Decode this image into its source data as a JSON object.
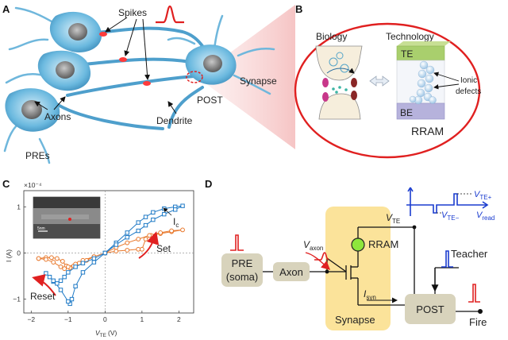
{
  "panels": {
    "a": "A",
    "b": "B",
    "c": "C",
    "d": "D"
  },
  "panel_a": {
    "spikes": "Spikes",
    "axons": "Axons",
    "dendrite": "Dendrite",
    "pres": "PREs",
    "post": "POST",
    "synapse": "Synapse"
  },
  "panel_b": {
    "biology": "Biology",
    "technology": "Technology",
    "te": "TE",
    "be": "BE",
    "ionic_1": "Ionic",
    "ionic_2": "defects",
    "rram": "RRAM"
  },
  "panel_d": {
    "pre_1": "PRE",
    "pre_2": "(soma)",
    "axon": "Axon",
    "rram": "RRAM",
    "synapse": "Synapse",
    "post": "POST",
    "teacher": "Teacher",
    "fire": "Fire",
    "v_axon_main": "V",
    "v_axon_sub": "axon",
    "v_te_main": "V",
    "v_te_sub": "TE",
    "i_syn_main": "I",
    "i_syn_sub": "syn",
    "vtep_main": "V",
    "vtep_sub": "TE+",
    "vtem_main": "V",
    "vtem_sub": "TE−",
    "vread_main": "V",
    "vread_sub": "read"
  },
  "colors": {
    "neuron": "#5aaed6",
    "spike": "#e02020",
    "box_fill": "#d8d3bc",
    "synapse_fill": "#fbe39a",
    "set_curve": "#e8782c",
    "reset_curve": "#1f7ac6",
    "pulse_blue": "#1a3ccf",
    "rram_dot": "#8ee63c"
  },
  "chart_data": {
    "type": "line",
    "title": "",
    "xlabel_main": "V",
    "xlabel_sub": "TE",
    "xlabel_unit": "(V)",
    "ylabel": "I (A)",
    "y_scale_label": "×10⁻⁴",
    "xlim": [
      -2.2,
      2.4
    ],
    "ylim": [
      -1.3,
      1.35
    ],
    "x_ticks": [
      "−2",
      "−1",
      "0",
      "1",
      "2"
    ],
    "y_ticks": [
      "−1",
      "0",
      "1"
    ],
    "inset_scale_label": "5nm",
    "annotations": {
      "set": "Set",
      "reset": "Reset",
      "ic_main": "I",
      "ic_sub": "c"
    },
    "series": [
      {
        "color": "#e8782c",
        "x": [
          -1.8,
          -1.6,
          -1.45,
          -1.3,
          -1.15,
          -1.05,
          -0.95,
          -0.85,
          -0.7,
          -0.5,
          -0.3,
          0.0,
          0.3,
          0.6,
          0.9,
          1.0,
          1.1,
          1.25,
          1.5,
          1.8,
          2.1,
          1.8,
          1.5,
          1.2,
          0.9,
          0.6,
          0.3,
          0.0,
          -0.3,
          -0.6,
          -0.8,
          -1.0,
          -1.1,
          -1.2,
          -1.4,
          -1.6,
          -1.8
        ],
        "y": [
          -0.12,
          -0.1,
          -0.1,
          -0.12,
          -0.18,
          -0.28,
          -0.32,
          -0.28,
          -0.22,
          -0.16,
          -0.08,
          0.0,
          0.04,
          0.06,
          0.08,
          0.08,
          0.3,
          0.38,
          0.42,
          0.46,
          0.5,
          0.48,
          0.44,
          0.38,
          0.3,
          0.22,
          0.12,
          0.0,
          -0.08,
          -0.16,
          -0.24,
          -0.3,
          -0.34,
          -0.3,
          -0.2,
          -0.14,
          -0.12
        ]
      },
      {
        "color": "#1f7ac6",
        "x": [
          -0.95,
          -0.9,
          -0.8,
          -0.6,
          -0.3,
          0.0,
          0.3,
          0.6,
          0.9,
          1.1,
          1.3,
          1.6,
          1.9,
          2.1,
          1.9,
          1.6,
          1.3,
          1.1,
          0.9,
          0.6,
          0.3,
          0.0,
          -0.3,
          -0.6,
          -0.8,
          -1.0,
          -1.1,
          -1.2,
          -1.3,
          -1.4,
          -1.5,
          -1.6,
          -1.4,
          -1.2,
          -1.0
        ],
        "y": [
          -1.1,
          -1.0,
          -0.72,
          -0.42,
          -0.2,
          0.0,
          0.22,
          0.44,
          0.66,
          0.78,
          0.88,
          0.96,
          1.0,
          1.02,
          0.94,
          0.84,
          0.72,
          0.6,
          0.48,
          0.34,
          0.18,
          0.0,
          -0.12,
          -0.22,
          -0.3,
          -0.42,
          -0.52,
          -0.6,
          -0.66,
          -0.62,
          -0.52,
          -0.44,
          -0.6,
          -0.8,
          -1.05
        ]
      }
    ]
  }
}
